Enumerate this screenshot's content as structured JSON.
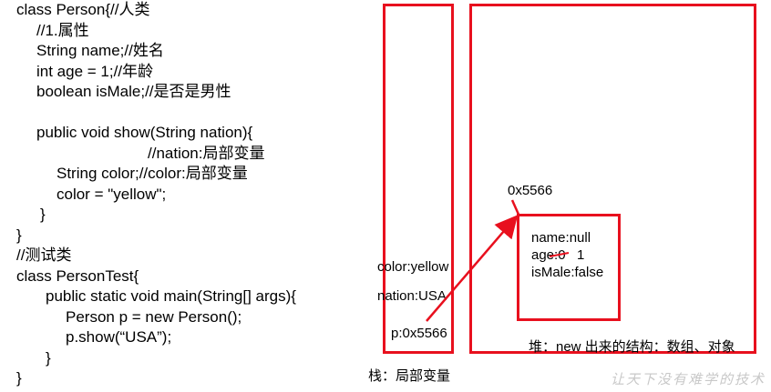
{
  "code_lines": [
    {
      "text": "class Person{//人类",
      "indent": 0
    },
    {
      "text": "//1.属性",
      "indent": 1
    },
    {
      "text": "String name;//姓名",
      "indent": 1
    },
    {
      "text": "int age = 1;//年龄",
      "indent": 1
    },
    {
      "text": "boolean isMale;//是否是男性",
      "indent": 1
    },
    {
      "text": "",
      "indent": 0
    },
    {
      "text": "public void show(String nation){",
      "indent": 1
    },
    {
      "text": "//nation:局部变量",
      "indent": 5
    },
    {
      "text": "String color;//color:局部变量",
      "indent": 2
    },
    {
      "text": "color = \"yellow\";",
      "indent": 2
    },
    {
      "text": "}",
      "indent": 1
    },
    {
      "text": "}",
      "indent": 0
    },
    {
      "text": "//测试类",
      "indent": 0
    },
    {
      "text": "class PersonTest{",
      "indent": 0
    },
    {
      "text": "public static void main(String[] args){",
      "indent": 1
    },
    {
      "text": "Person p = new Person();",
      "indent": 2
    },
    {
      "text": "p.show(“USA”);",
      "indent": 2
    },
    {
      "text": "}",
      "indent": 1
    },
    {
      "text": "}",
      "indent": 0
    }
  ],
  "stack": {
    "vars": [
      "color:yellow",
      "nation:USA",
      "p:0x5566"
    ],
    "caption": "栈：局部变量"
  },
  "heap": {
    "address": "0x5566",
    "fields": {
      "name": "name:null",
      "age_old": "age:0",
      "age_new": "1",
      "ismale": "isMale:false"
    },
    "caption": "堆：new 出来的结构：数组、对象"
  },
  "watermark": "让天下没有难学的技术",
  "colors": {
    "accent": "#e8101e"
  }
}
